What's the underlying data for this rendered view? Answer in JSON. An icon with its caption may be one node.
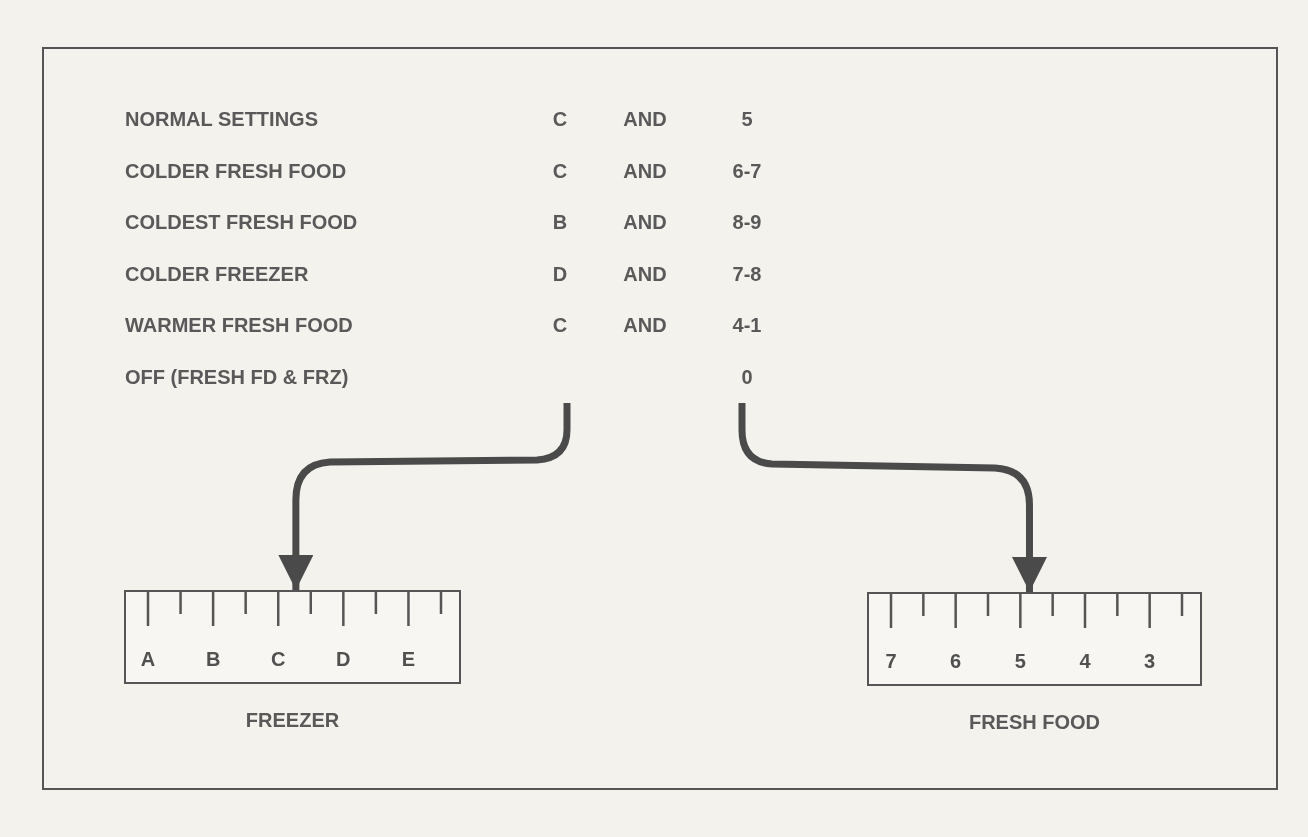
{
  "diagram": {
    "nodes": [
      {
        "text": [
          "A",
          "B",
          "C",
          "D",
          "E",
          "FREEZER"
        ]
      },
      {
        "text": [
          "7",
          "6",
          "5",
          "4",
          "3",
          "FRESH FOOD"
        ]
      }
    ],
    "edges": [
      {
        "from": null,
        "to": 0,
        "arrow": "to"
      },
      {
        "from": null,
        "to": 1,
        "arrow": "to"
      }
    ],
    "labels": [
      "NORMAL SETTINGS",
      "C",
      "AND",
      "5",
      "COLDER FRESH FOOD",
      "C",
      "AND",
      "6-7",
      "COLDEST FRESH FOOD",
      "B",
      "AND",
      "8-9",
      "COLDER FREEZER",
      "D",
      "AND",
      "7-8",
      "WARMER FRESH FOOD",
      "C",
      "AND",
      "4-1",
      "OFF (FRESH FD & FRZ)",
      "0"
    ]
  }
}
